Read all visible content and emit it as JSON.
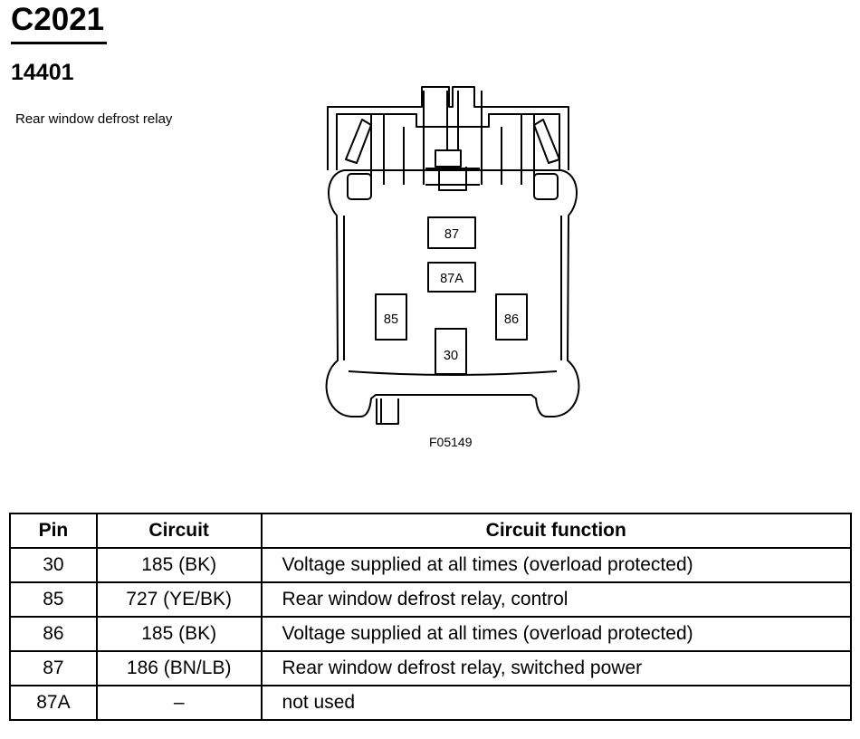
{
  "header": {
    "connector_id": "C2021",
    "part_number": "14401",
    "description": "Rear window defrost relay"
  },
  "diagram": {
    "pins": {
      "p87": "87",
      "p87a": "87A",
      "p85": "85",
      "p86": "86",
      "p30": "30"
    },
    "figure_id": "F05149"
  },
  "table": {
    "headers": {
      "pin": "Pin",
      "circuit": "Circuit",
      "function": "Circuit function"
    },
    "rows": [
      {
        "pin": "30",
        "circuit": "185 (BK)",
        "function": "Voltage supplied at all times (overload protected)"
      },
      {
        "pin": "85",
        "circuit": "727 (YE/BK)",
        "function": "Rear window defrost relay, control"
      },
      {
        "pin": "86",
        "circuit": "185 (BK)",
        "function": "Voltage supplied at all times (overload protected)"
      },
      {
        "pin": "87",
        "circuit": "186 (BN/LB)",
        "function": "Rear window defrost relay, switched power"
      },
      {
        "pin": "87A",
        "circuit": "–",
        "function": "not used"
      }
    ]
  }
}
